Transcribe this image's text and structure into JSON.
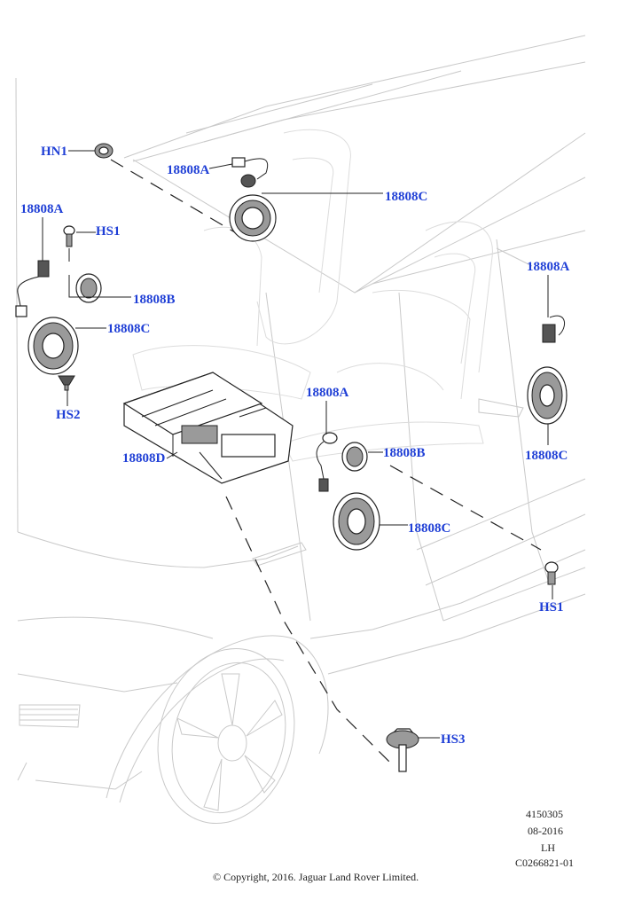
{
  "labels": {
    "hn1": "HN1",
    "a_top": "18808A",
    "c_top": "18808C",
    "a_left": "18808A",
    "hs1_left": "HS1",
    "b_left": "18808B",
    "c_left": "18808C",
    "hs2": "HS2",
    "d_amp": "18808D",
    "a_mid": "18808A",
    "b_mid": "18808B",
    "c_mid": "18808C",
    "a_right": "18808A",
    "c_right": "18808C",
    "hs1_right": "HS1",
    "hs3": "HS3"
  },
  "meta": {
    "number": "4150305",
    "date": "08-2016",
    "side": "LH",
    "code": "C0266821-01",
    "copyright": "© Copyright, 2016. Jaguar Land Rover Limited."
  },
  "colors": {
    "callout": "#1f3fd6",
    "line": "#222222",
    "vehicle_outline": "#c9c9c9"
  }
}
